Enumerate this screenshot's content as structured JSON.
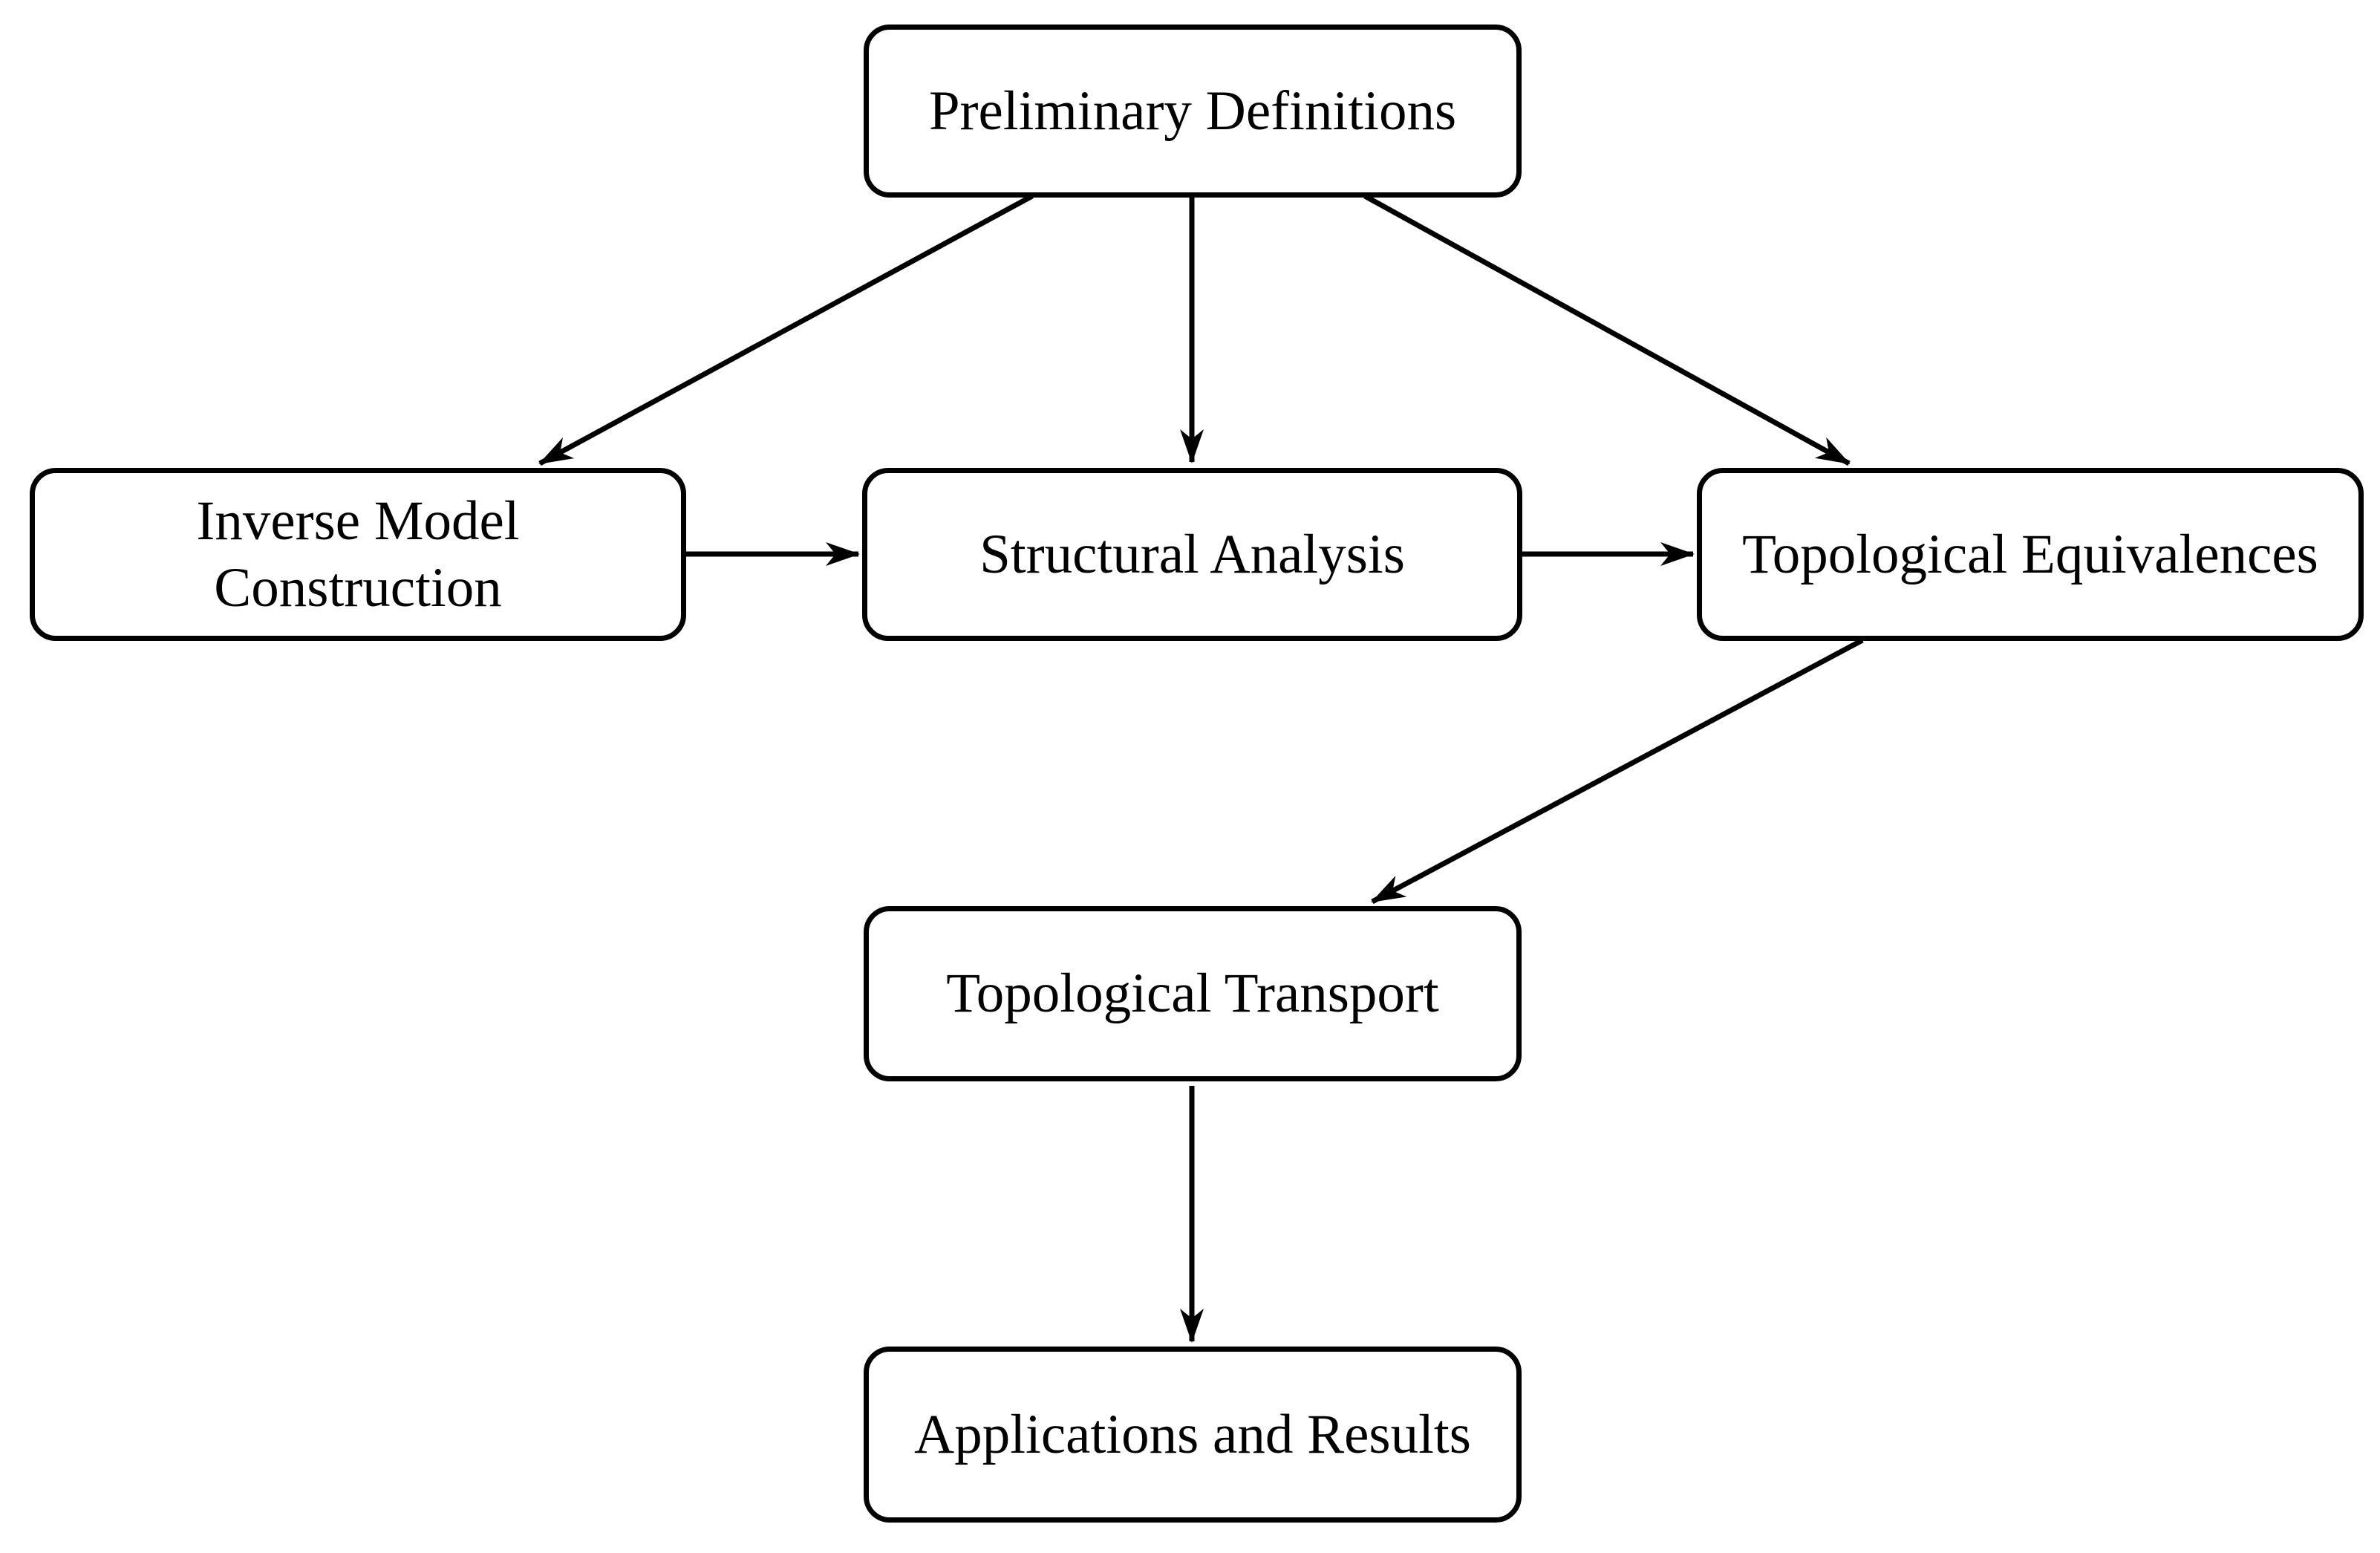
{
  "diagram": {
    "type": "flowchart",
    "colors": {
      "node_fill": "#ffffff",
      "node_border": "#000000",
      "text": "#000000",
      "arrow": "#000000",
      "background": "#ffffff"
    },
    "nodes": [
      {
        "id": "preliminary-definitions",
        "label": "Preliminary Definitions"
      },
      {
        "id": "inverse-model-construction",
        "label": "Inverse Model Construction"
      },
      {
        "id": "structural-analysis",
        "label": "Structural Analysis"
      },
      {
        "id": "topological-equivalences",
        "label": "Topological Equivalences"
      },
      {
        "id": "topological-transport",
        "label": "Topological Transport"
      },
      {
        "id": "applications-and-results",
        "label": "Applications and Results"
      }
    ],
    "edges": [
      {
        "from": "preliminary-definitions",
        "to": "inverse-model-construction"
      },
      {
        "from": "preliminary-definitions",
        "to": "structural-analysis"
      },
      {
        "from": "preliminary-definitions",
        "to": "topological-equivalences"
      },
      {
        "from": "inverse-model-construction",
        "to": "structural-analysis"
      },
      {
        "from": "structural-analysis",
        "to": "topological-equivalences"
      },
      {
        "from": "topological-equivalences",
        "to": "topological-transport"
      },
      {
        "from": "topological-transport",
        "to": "applications-and-results"
      }
    ]
  }
}
